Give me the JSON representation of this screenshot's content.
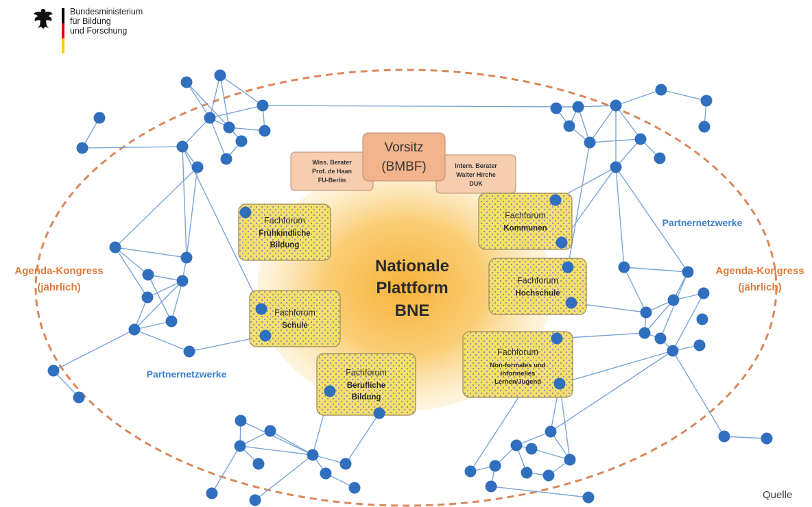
{
  "logo": {
    "line1": "Bundesministerium",
    "line2": "für Bildung",
    "line3": "und Forschung",
    "flag_colors": [
      "#000000",
      "#dd0000",
      "#ffcc00"
    ]
  },
  "center": {
    "line1": "Nationale",
    "line2": "Plattform",
    "line3": "BNE"
  },
  "vorsitz": {
    "line1": "Vorsitz",
    "line2": "(BMBF)"
  },
  "advisor_left": {
    "line1": "Wiss. Berater",
    "line2": "Prof. de Haan",
    "line3": "FU-Berlin"
  },
  "advisor_right": {
    "line1": "Intern. Berater",
    "line2": "Walter Hirche",
    "line3": "DUK"
  },
  "forums": [
    {
      "title": "Fachforum",
      "name_lines": [
        "Frühkindliche",
        "Bildung"
      ]
    },
    {
      "title": "Fachforum",
      "name_lines": [
        "Schule"
      ]
    },
    {
      "title": "Fachforum",
      "name_lines": [
        "Berufliche",
        "Bildung"
      ]
    },
    {
      "title": "Fachforum",
      "name_lines": [
        "Kommunen"
      ]
    },
    {
      "title": "Fachforum",
      "name_lines": [
        "Hochschule"
      ]
    },
    {
      "title": "Fachforum",
      "name_lines": [
        "Non-formales und",
        "informelles",
        "Lernen/Jugend"
      ]
    }
  ],
  "labels": {
    "agenda_left_1": "Agenda-Kongress",
    "agenda_left_2": "(jährlich)",
    "agenda_right_1": "Agenda-Kongress",
    "agenda_right_2": "(jährlich)",
    "partner_left": "Partnernetzwerke",
    "partner_right": "Partnernetzwerke",
    "quelle": "Quelle"
  },
  "colors": {
    "node": "#2f6fbe",
    "edge": "#7aa4d6",
    "ellipse": "#d9875a",
    "agenda_text": "#e07a3a",
    "partner_text": "#3b7fc9",
    "forum_fill": "#f5dd6a",
    "forum_border": "#9a8a5a",
    "vorsitz_fill": "#f2b48c",
    "advisor_fill": "#f7cdb0"
  }
}
